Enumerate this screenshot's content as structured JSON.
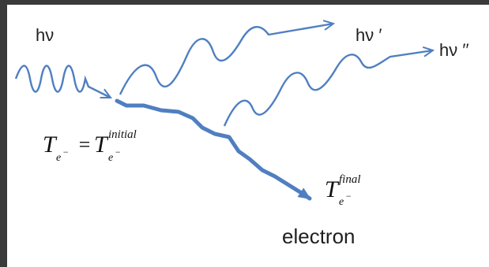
{
  "labels": {
    "incident_photon": "hν",
    "scattered_photon_1": "hν ′",
    "scattered_photon_2": "hν ′′",
    "electron": "electron"
  },
  "math": {
    "T": "T",
    "e_sub": "e",
    "minus_sup": "−",
    "equals": "=",
    "initial_sup": "initial",
    "final_sup": "final"
  },
  "colors": {
    "frame": "#3a3a3a",
    "path_blue": "#4f7fc1",
    "text": "#1f1f1f"
  }
}
